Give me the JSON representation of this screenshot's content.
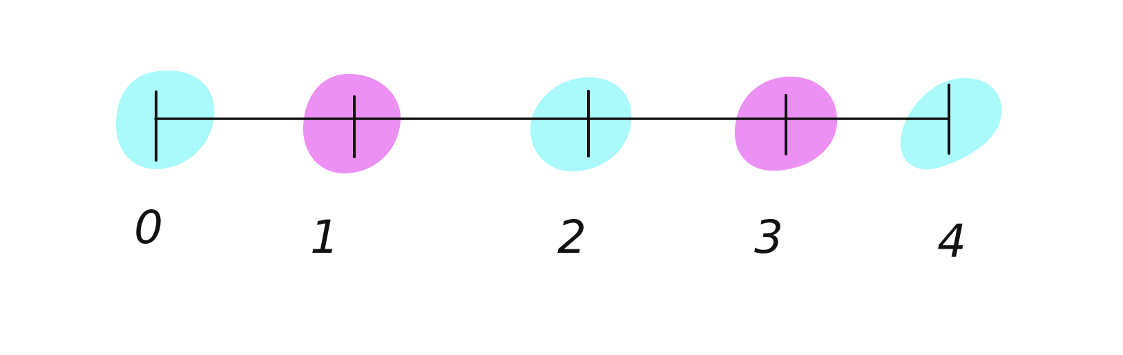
{
  "number_line": {
    "points": [
      {
        "label": "0",
        "highlight": "cyan"
      },
      {
        "label": "1",
        "highlight": "magenta"
      },
      {
        "label": "2",
        "highlight": "cyan"
      },
      {
        "label": "3",
        "highlight": "magenta"
      },
      {
        "label": "4",
        "highlight": "cyan"
      }
    ]
  },
  "colors": {
    "background": "#ffffff",
    "line": "#111111",
    "cyan": "#aaf9fb",
    "magenta": "#ec90f3"
  }
}
